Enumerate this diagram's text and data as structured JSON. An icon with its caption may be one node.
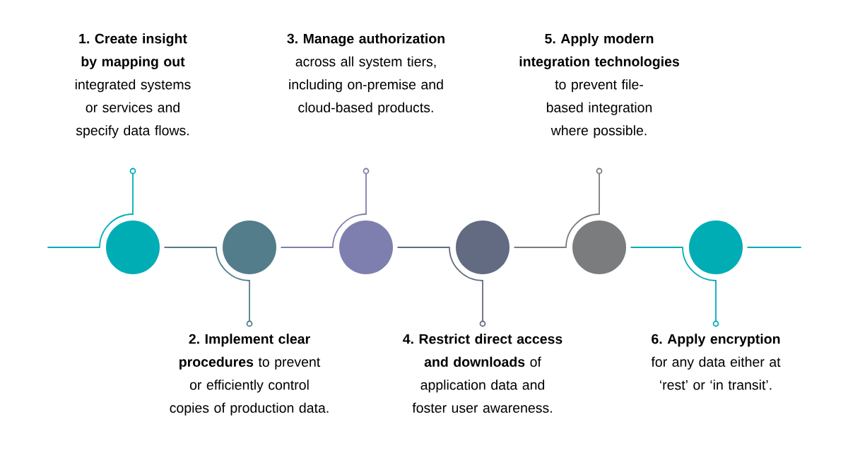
{
  "diagram": {
    "nodes": [
      {
        "text": [
          "**1. Create insight by mapping out** integrated systems or services and specify data flows."
        ]
      },
      {
        "text": [
          "**2. Implement clear procedures** to prevent or efficiently control copies of production data."
        ]
      },
      {
        "text": [
          "**3. Manage authorization** across all system tiers, including on-premise and cloud-based products."
        ]
      },
      {
        "text": [
          "**4. Restrict direct access and downloads** of application data and foster user awareness."
        ]
      },
      {
        "text": [
          "**5. Apply modern integration technologies** to prevent file-based integration where possible."
        ]
      },
      {
        "text": [
          "**6. Apply encryption** for any data either at ‘rest’ or ‘in transit’."
        ]
      },
      {
        "text": [],
        "shape": "circle"
      },
      {
        "text": [],
        "shape": "circle"
      },
      {
        "text": [],
        "shape": "circle"
      },
      {
        "text": [],
        "shape": "circle"
      },
      {
        "text": [],
        "shape": "circle"
      },
      {
        "text": [],
        "shape": "circle"
      },
      {
        "text": [],
        "shape": "circle"
      },
      {
        "text": [],
        "shape": "circle"
      },
      {
        "text": [],
        "shape": "circle"
      },
      {
        "text": [],
        "shape": "circle"
      },
      {
        "text": [],
        "shape": "circle"
      },
      {
        "text": [],
        "shape": "circle"
      }
    ],
    "edges": [
      {
        "from": null,
        "to": 6,
        "arrow": "none",
        "color": "#00adb5"
      },
      {
        "from": 6,
        "to": 12,
        "arrow": "none",
        "color": "#00adb5"
      },
      {
        "from": 6,
        "to": 7,
        "arrow": "none",
        "color": "#537d8a"
      },
      {
        "from": 7,
        "to": 13,
        "arrow": "none",
        "color": "#537d8a"
      },
      {
        "from": 7,
        "to": 8,
        "arrow": "none",
        "color": "#7e7fae"
      },
      {
        "from": 8,
        "to": 14,
        "arrow": "none",
        "color": "#7e7fae"
      },
      {
        "from": 8,
        "to": 9,
        "arrow": "none",
        "color": "#636b82"
      },
      {
        "from": 9,
        "to": 15,
        "arrow": "none",
        "color": "#636b82"
      },
      {
        "from": 9,
        "to": 10,
        "arrow": "none",
        "color": "#7b7c7e"
      },
      {
        "from": 10,
        "to": 16,
        "arrow": "none",
        "color": "#7b7c7e"
      },
      {
        "from": 10,
        "to": 11,
        "arrow": "none",
        "color": "#00adb5"
      },
      {
        "from": 11,
        "to": 17,
        "arrow": "none",
        "color": "#00adb5"
      },
      {
        "from": 11,
        "to": null,
        "arrow": "none",
        "color": "#00adb5"
      }
    ]
  }
}
